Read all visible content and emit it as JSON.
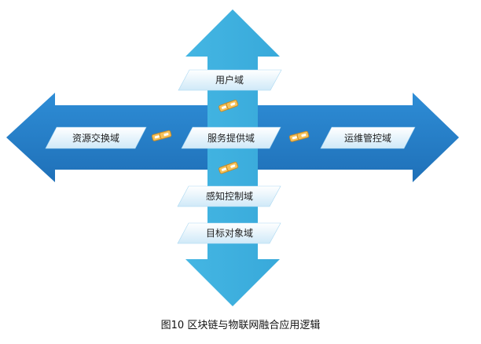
{
  "diagram": {
    "domains": {
      "top": "用户域",
      "left": "资源交换域",
      "center": "服务提供域",
      "right": "运维管控域",
      "lower1": "感知控制域",
      "lower2": "目标对象域"
    },
    "caption": "图10 区块链与物联网融合应用逻辑"
  },
  "colors": {
    "horizontal_arrow": "#2a80c7",
    "vertical_arrow": "#42b4e1",
    "label_box": "#dcf0fb",
    "label_text": "#1f1f1f",
    "chain_link": "#f0b44a"
  }
}
